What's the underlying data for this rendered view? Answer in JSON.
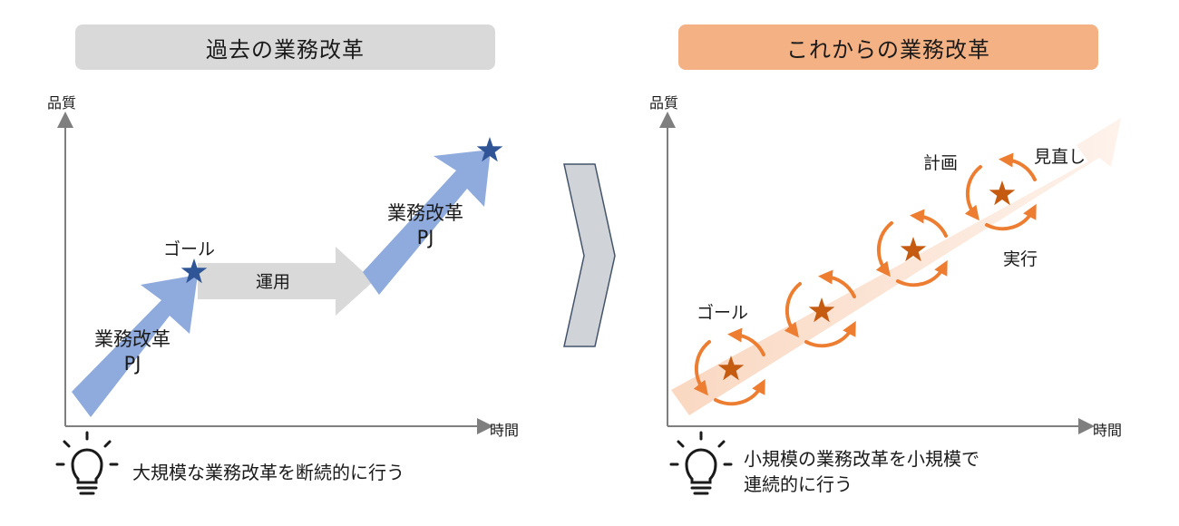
{
  "left_panel": {
    "title": "過去の業務改革",
    "y_axis_label": "品質",
    "x_axis_label": "時間",
    "pj1_line1": "業務改革",
    "pj1_line2": "PJ",
    "goal_label": "ゴール",
    "operation_label": "運用",
    "pj2_line1": "業務改革",
    "pj2_line2": "PJ",
    "note": "大規模な業務改革を断続的に行う"
  },
  "right_panel": {
    "title": "これからの業務改革",
    "y_axis_label": "品質",
    "x_axis_label": "時間",
    "goal_label": "ゴール",
    "plan_label": "計画",
    "review_label": "見直し",
    "execute_label": "実行",
    "note_line1": "小規模の業務改革を小規模で",
    "note_line2": "連続的に行う"
  },
  "icons": [
    "lightbulb-icon",
    "star-icon",
    "cycle-arrows-icon",
    "chevron-right-icon"
  ],
  "colors": {
    "left_header_bg": "#d9d9d9",
    "right_header_bg": "#f4b183",
    "blue_arrow": "#8faadc",
    "gray_arrow": "#d9d9d9",
    "blue_star": "#2f5597",
    "orange_star": "#c55a11",
    "cycle_orange": "#ed7d31",
    "trend_band": "#fce4d6"
  }
}
